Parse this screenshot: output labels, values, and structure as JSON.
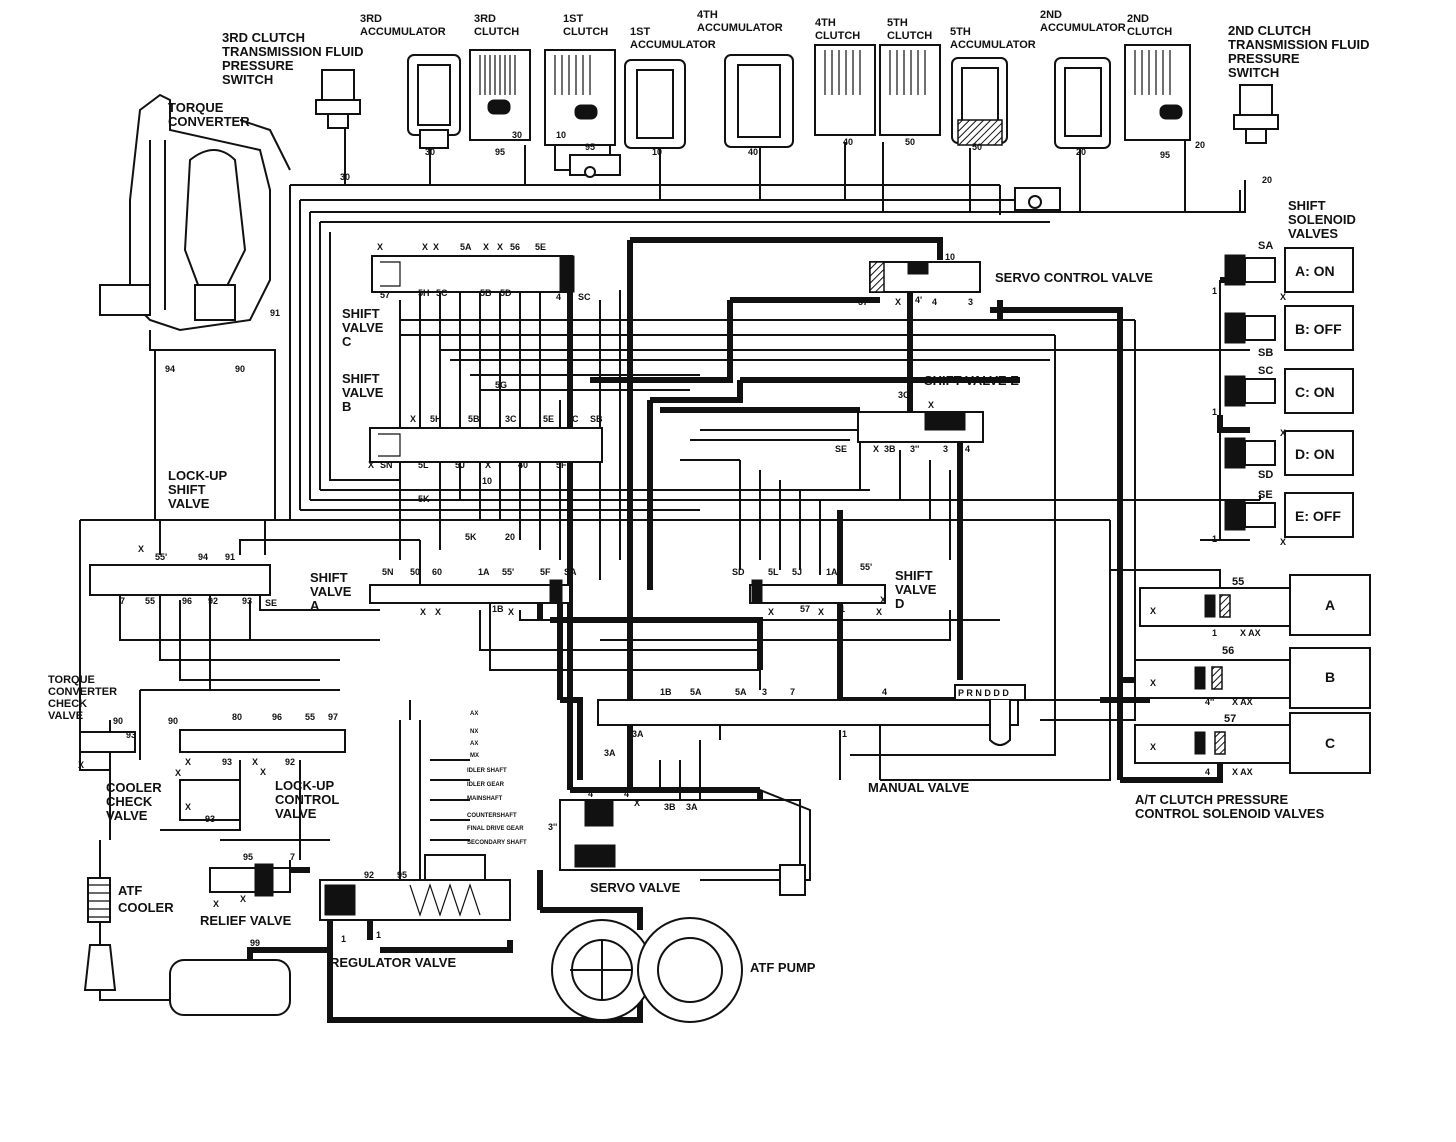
{
  "labels": {
    "torque_converter": [
      "TORQUE",
      "CONVERTER"
    ],
    "clutch3_switch": [
      "3RD CLUTCH",
      "TRANSMISSION FLUID",
      "PRESSURE",
      "SWITCH"
    ],
    "acc3": [
      "3RD",
      "ACCUMULATOR"
    ],
    "clutch3": [
      "3RD",
      "CLUTCH"
    ],
    "clutch1": [
      "1ST",
      "CLUTCH"
    ],
    "acc1": [
      "1ST",
      "ACCUMULATOR"
    ],
    "acc4": [
      "4TH",
      "ACCUMULATOR"
    ],
    "clutch4": [
      "4TH",
      "CLUTCH"
    ],
    "clutch5": [
      "5TH",
      "CLUTCH"
    ],
    "acc5": [
      "5TH",
      "ACCUMULATOR"
    ],
    "acc2": [
      "2ND",
      "ACCUMULATOR"
    ],
    "clutch2": [
      "2ND",
      "CLUTCH"
    ],
    "clutch2_switch": [
      "2ND CLUTCH",
      "TRANSMISSION FLUID",
      "PRESSURE",
      "SWITCH"
    ],
    "shift_solenoid_valves": [
      "SHIFT",
      "SOLENOID",
      "VALVES"
    ],
    "servo_control_valve": "SERVO CONTROL VALVE",
    "shift_valve_c": [
      "SHIFT",
      "VALVE",
      "C"
    ],
    "shift_valve_b": [
      "SHIFT",
      "VALVE",
      "B"
    ],
    "shift_valve_e": "SHIFT VALVE E",
    "lockup_shift_valve": [
      "LOCK-UP",
      "SHIFT",
      "VALVE"
    ],
    "shift_valve_a": [
      "SHIFT",
      "VALVE",
      "A"
    ],
    "shift_valve_d": [
      "SHIFT",
      "VALVE",
      "D"
    ],
    "tc_check_valve": [
      "TORQUE",
      "CONVERTER",
      "CHECK",
      "VALVE"
    ],
    "cooler_check_valve": [
      "COOLER",
      "CHECK",
      "VALVE"
    ],
    "lockup_control_valve": [
      "LOCK-UP",
      "CONTROL",
      "VALVE"
    ],
    "manual_valve": "MANUAL VALVE",
    "at_clutch_solenoids": [
      "A/T CLUTCH PRESSURE",
      "CONTROL SOLENOID VALVES"
    ],
    "atf_cooler": [
      "ATF",
      "COOLER"
    ],
    "relief_valve": "RELIEF VALVE",
    "servo_valve": "SERVO VALVE",
    "regulator_valve": "REGULATOR VALVE",
    "atf_pump": "ATF PUMP"
  },
  "shaft_labels": [
    "AX",
    "NX",
    "AX",
    "MX",
    "IDLER SHAFT",
    "IDLER GEAR",
    "MAINSHAFT",
    "COUNTERSHAFT",
    "FINAL DRIVE GEAR",
    "SECONDARY SHAFT"
  ],
  "shift_solenoids": [
    {
      "port": "SA",
      "label": "A: ON"
    },
    {
      "port": "SB",
      "label": "B: OFF"
    },
    {
      "port": "SC",
      "label": "C: ON"
    },
    {
      "port": "SD",
      "label": "D: ON"
    },
    {
      "port": "SE",
      "label": "E: OFF"
    }
  ],
  "clutch_solenoids": [
    {
      "port": "55",
      "label": "A"
    },
    {
      "port": "56",
      "label": "B"
    },
    {
      "port": "57",
      "label": "C"
    }
  ],
  "ports": {
    "p30a": "30",
    "p30b": "30",
    "p95a": "95",
    "p30c": "30",
    "p10a": "10",
    "p95b": "95",
    "p10b": "10",
    "p40a": "40",
    "p40b": "40",
    "p50a": "50",
    "p50b": "50",
    "p20a": "20",
    "p95c": "95",
    "p20b": "20",
    "p20c": "20",
    "p91": "91",
    "p94": "94",
    "p90": "90",
    "c_x1": "X",
    "c_x2": "X",
    "c_x3": "X",
    "c_5a": "5A",
    "c_x4": "X",
    "c_x5": "X",
    "c_56": "56",
    "c_5e": "5E",
    "c_57": "57",
    "c_5h": "5H",
    "c_5c": "5C",
    "c_5b": "5B",
    "c_5d": "5D",
    "c_4": "4",
    "c_sc": "SC",
    "s_10": "10",
    "s_57": "57",
    "s_x": "X",
    "s_4p": "4'",
    "s_4": "4",
    "s_3": "3",
    "s_1": "1",
    "s_x2": "X",
    "b_5h": "5H",
    "b_5b": "5B",
    "b_5g": "5G",
    "b_3c": "3C",
    "b_5e": "5E",
    "b_5c": "5C",
    "b_sb": "SB",
    "b_x1": "X",
    "b_x2": "X",
    "b_sn": "SN",
    "b_5l": "5L",
    "b_5j": "5J",
    "b_x3": "X",
    "b_40": "40",
    "b_5f": "5F",
    "b_10": "10",
    "b_5k": "5K",
    "e_3c": "3C",
    "e_x": "X",
    "e_se": "SE",
    "e_x2": "X",
    "e_3b": "3B",
    "e_3pp": "3''",
    "e_3": "3",
    "e_4": "4",
    "a_5k": "5K",
    "a_20": "20",
    "a_x1": "X",
    "a_55p": "55'",
    "a_94": "94",
    "a_91": "91",
    "a_5n": "5N",
    "a_50": "50",
    "a_60": "60",
    "a_1a": "1A",
    "a_55pp": "55'",
    "a_5f": "5F",
    "a_sa": "SA",
    "a_7": "7",
    "a_55": "55",
    "a_96": "96",
    "a_92": "92",
    "a_93": "93",
    "a_se": "SE",
    "a_x2": "X",
    "a_x3": "X",
    "a_1b": "1B",
    "a_x4": "X",
    "d_sd": "SD",
    "d_5l": "5L",
    "d_5j": "5J",
    "d_1a": "1A",
    "d_55p": "55'",
    "d_x1": "X",
    "d_57": "57",
    "d_x2": "X",
    "d_1": "1",
    "d_x3": "X",
    "d_x4": "X",
    "m_1b": "1B",
    "m_5a": "5A",
    "m_5ap": "5A",
    "m_3": "3",
    "m_7": "7",
    "m_4": "4",
    "m_3a": "3A",
    "m_3a2": "3A",
    "m_1": "1",
    "m_prnd": "P R N D D D",
    "l_90": "90",
    "l_90b": "90",
    "l_80": "80",
    "l_96": "96",
    "l_55": "55",
    "l_97": "97",
    "l_x1": "X",
    "l_93": "93",
    "l_x2": "X",
    "l_92": "92",
    "l_x3": "X",
    "l_x4": "X",
    "l_93b": "93",
    "l_x5": "X",
    "l_x6": "X",
    "l_93c": "93",
    "r_95": "95",
    "r_7": "7",
    "r_x1": "X",
    "r_x2": "X",
    "g_92": "92",
    "g_95": "95",
    "g_1": "1",
    "g_1b": "1",
    "g_99": "99",
    "v_4p": "4'",
    "v_4pp": "4''",
    "v_x": "X",
    "v_3b": "3B",
    "v_3a": "3A",
    "v_3pp": "3''",
    "sol_1a": "1",
    "sol_x1": "X",
    "sol_x2": "X",
    "sol_1b": "1",
    "sol_x3": "X",
    "sol_1c": "1",
    "cs_x1": "X",
    "cs_1": "1",
    "cs_xax1": "X  AX",
    "cs_x2": "X",
    "cs_4pp": "4''",
    "cs_xax2": "X  AX",
    "cs_x3": "X",
    "cs_4": "4",
    "cs_xax3": "X  AX"
  }
}
